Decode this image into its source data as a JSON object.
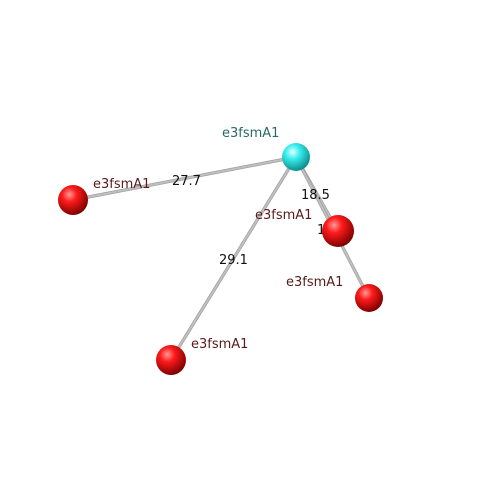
{
  "colors": {
    "center_node": "#2ee6e6",
    "outer_node": "#e00000",
    "center_label": "#2a6a6a",
    "outer_label": "#5a1a1a",
    "edge": "#bfbfbf"
  },
  "nodes": [
    {
      "id": "center",
      "label": "e3fsmA1",
      "kind": "center"
    },
    {
      "id": "left",
      "label": "e3fsmA1",
      "kind": "outer"
    },
    {
      "id": "mid_right",
      "label": "e3fsmA1",
      "kind": "outer"
    },
    {
      "id": "far_right",
      "label": "e3fsmA1",
      "kind": "outer"
    },
    {
      "id": "bottom",
      "label": "e3fsmA1",
      "kind": "outer"
    }
  ],
  "edges": [
    {
      "from": "center",
      "to": "left",
      "label": "27.7"
    },
    {
      "from": "center",
      "to": "mid_right",
      "label": "18.5"
    },
    {
      "from": "center",
      "to": "far_right",
      "label": "1"
    },
    {
      "from": "center",
      "to": "bottom",
      "label": "29.1"
    }
  ]
}
